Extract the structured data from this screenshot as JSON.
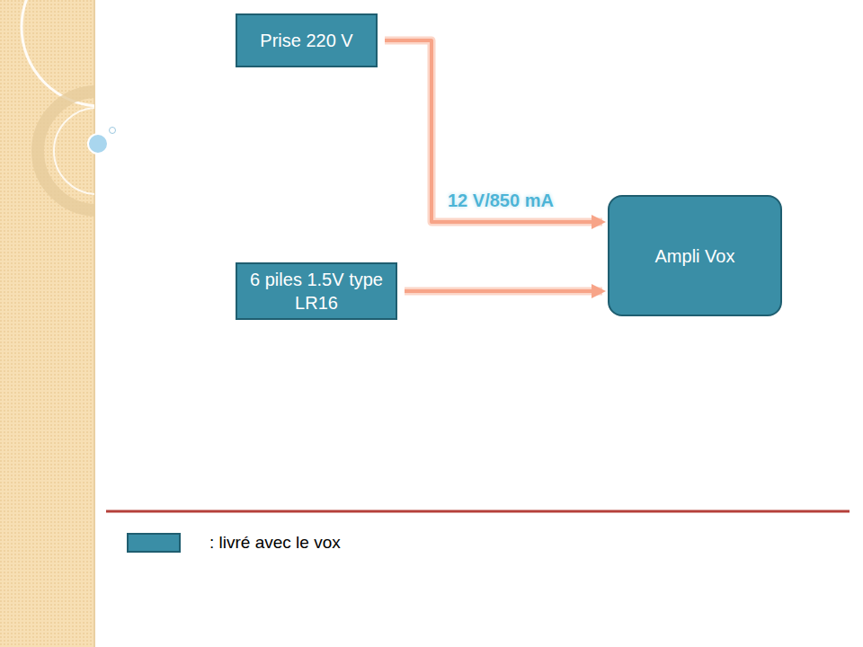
{
  "diagram": {
    "nodes": [
      {
        "text": [
          "Prise 220 V"
        ]
      },
      {
        "text": [
          "6 piles 1.5V type LR16"
        ]
      },
      {
        "text": [
          "Ampli Vox"
        ]
      }
    ],
    "edges": [
      {
        "from": 0,
        "to": 2,
        "label": "12 V/850 mA",
        "arrow": "to"
      },
      {
        "from": 1,
        "to": 2,
        "arrow": "to"
      }
    ],
    "legend": [
      {
        "text": ": livré avec le vox",
        "color": "#3a8ea6"
      }
    ]
  }
}
